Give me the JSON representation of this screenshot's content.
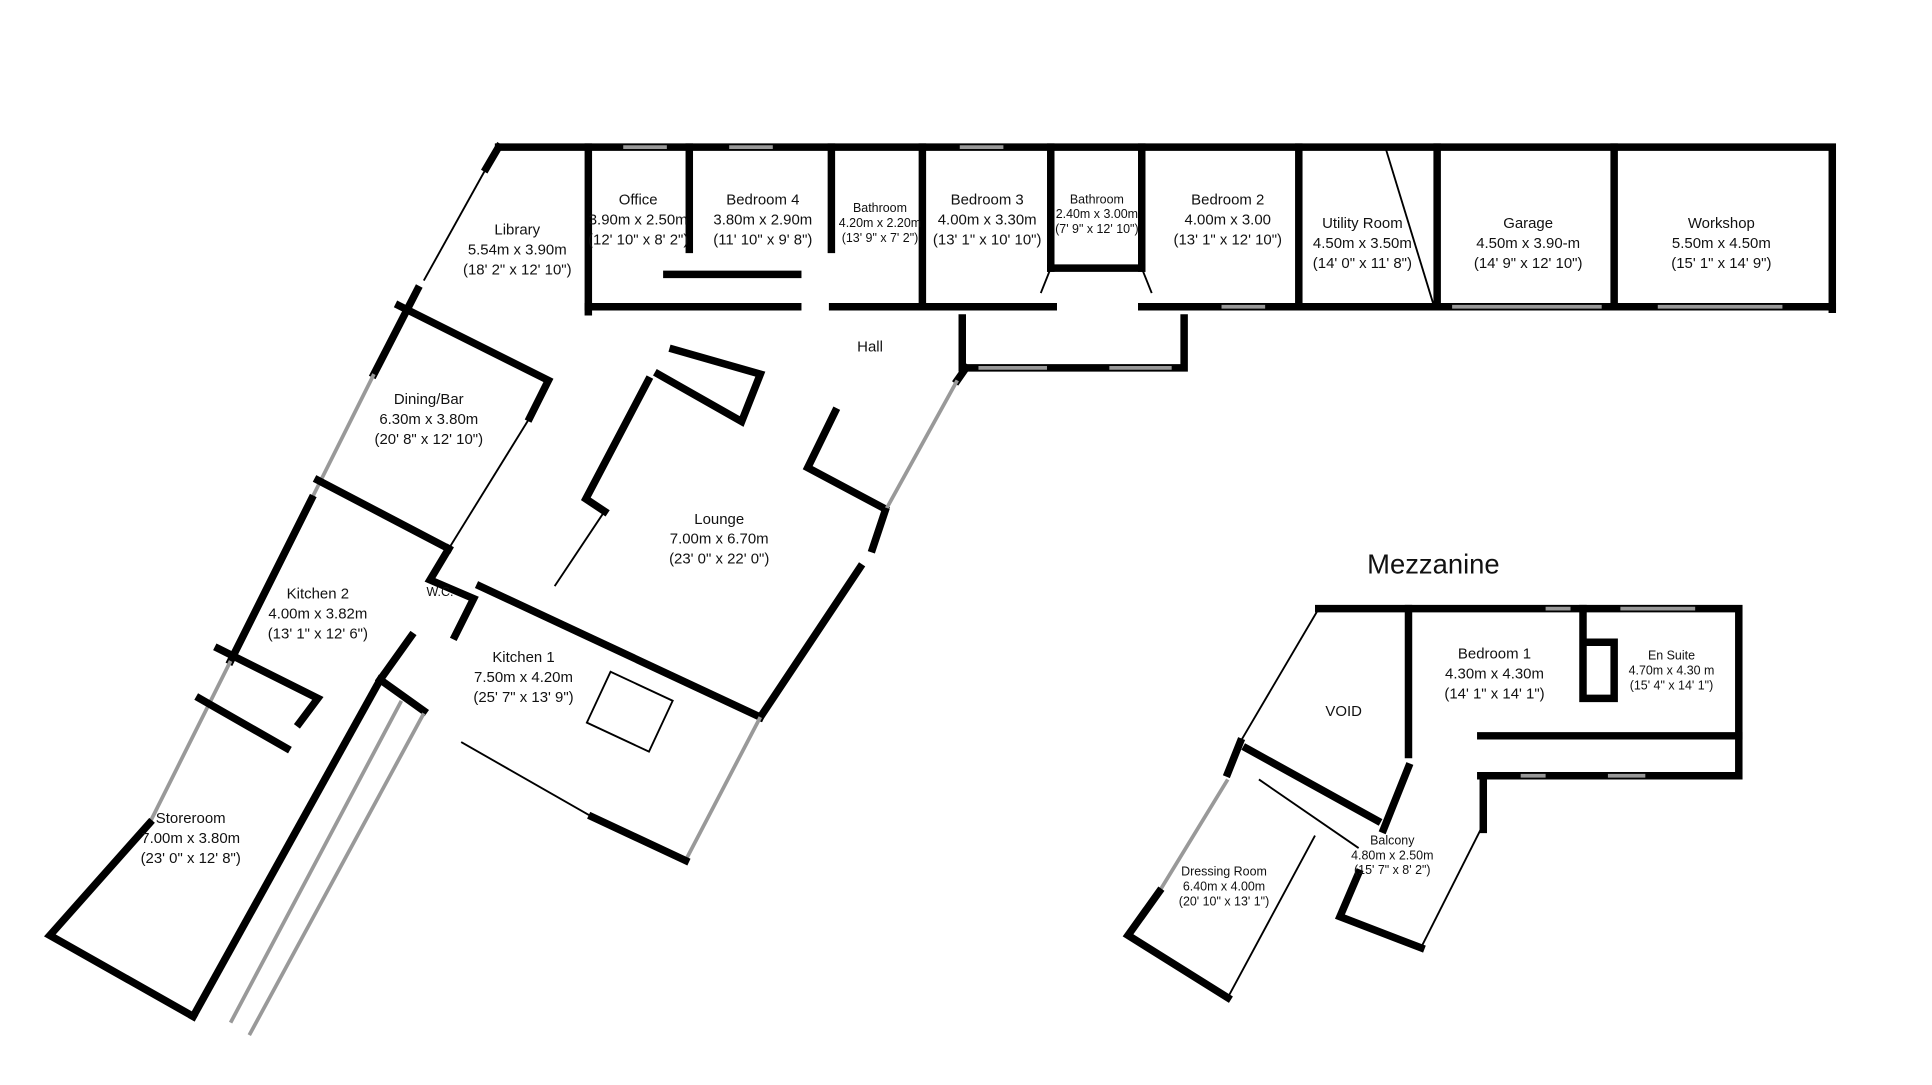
{
  "floor_plan": {
    "ground_floor": {
      "rooms": [
        {
          "name": "Library",
          "metric": "5.54m x 3.90m",
          "imperial": "(18' 2\" x 12' 10\")"
        },
        {
          "name": "Office",
          "metric": "3.90m x 2.50m",
          "imperial": "(12' 10\" x 8' 2\")"
        },
        {
          "name": "Bedroom 4",
          "metric": "3.80m x 2.90m",
          "imperial": "(11' 10\" x 9' 8\")"
        },
        {
          "name": "Bathroom",
          "metric": "4.20m x 2.20m",
          "imperial": "(13' 9\" x 7' 2\")"
        },
        {
          "name": "Bedroom 3",
          "metric": "4.00m x 3.30m",
          "imperial": "(13' 1\" x 10' 10\")"
        },
        {
          "name": "Bathroom",
          "metric": "2.40m x 3.00m",
          "imperial": "(7' 9\" x 12' 10\")"
        },
        {
          "name": "Bedroom 2",
          "metric": "4.00m x 3.00",
          "imperial": "(13' 1\" x 12' 10\")"
        },
        {
          "name": "Utility Room",
          "metric": "4.50m x 3.50m",
          "imperial": "(14' 0\" x 11' 8\")"
        },
        {
          "name": "Garage",
          "metric": "4.50m x 3.90-m",
          "imperial": "(14' 9\" x 12' 10\")"
        },
        {
          "name": "Workshop",
          "metric": "5.50m x 4.50m",
          "imperial": "(15' 1\" x 14' 9\")"
        },
        {
          "name": "Hall",
          "metric": "",
          "imperial": ""
        },
        {
          "name": "Dining/Bar",
          "metric": "6.30m x 3.80m",
          "imperial": "(20' 8\" x 12' 10\")"
        },
        {
          "name": "Lounge",
          "metric": "7.00m x 6.70m",
          "imperial": "(23' 0\" x 22' 0\")"
        },
        {
          "name": "Kitchen 2",
          "metric": "4.00m x 3.82m",
          "imperial": "(13' 1\" x 12' 6\")"
        },
        {
          "name": "W.C.",
          "metric": "",
          "imperial": ""
        },
        {
          "name": "Kitchen 1",
          "metric": "7.50m x 4.20m",
          "imperial": "(25' 7\" x 13' 9\")"
        },
        {
          "name": "Storeroom",
          "metric": "7.00m x 3.80m",
          "imperial": "(23' 0\" x 12' 8\")"
        }
      ]
    },
    "mezzanine": {
      "title": "Mezzanine",
      "rooms": [
        {
          "name": "VOID",
          "metric": "",
          "imperial": ""
        },
        {
          "name": "Bedroom 1",
          "metric": "4.30m x 4.30m",
          "imperial": "(14' 1\" x 14' 1\")"
        },
        {
          "name": "En Suite",
          "metric": "4.70m x 4.30 m",
          "imperial": "(15' 4\" x 14' 1\")"
        },
        {
          "name": "Balcony",
          "metric": "4.80m x 2.50m",
          "imperial": "(15' 7\" x 8' 2\")"
        },
        {
          "name": "Dressing Room",
          "metric": "6.40m x 4.00m",
          "imperial": "(20' 10\" x 13' 1\")"
        }
      ]
    }
  }
}
